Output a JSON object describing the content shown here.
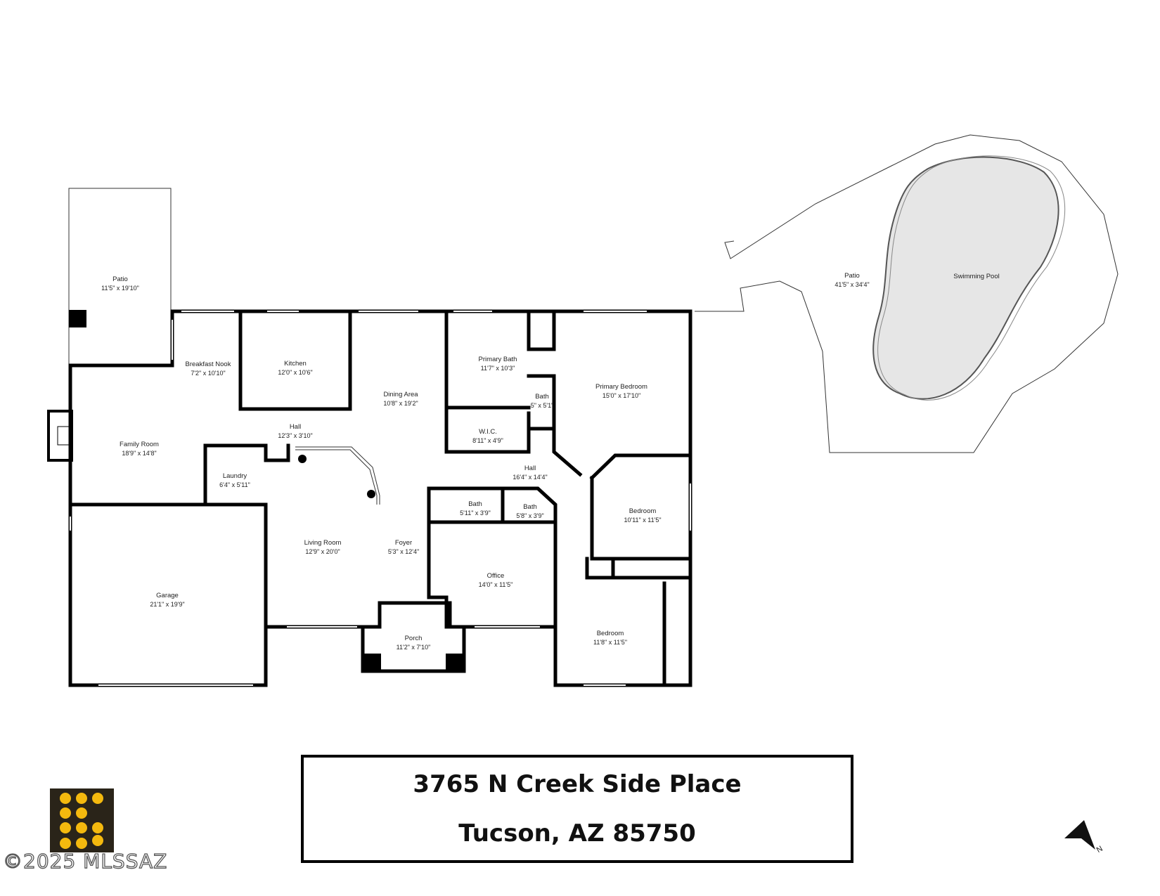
{
  "rooms": {
    "patio_left": {
      "name": "Patio",
      "dim": "11'5\" x 19'10\""
    },
    "breakfast_nook": {
      "name": "Breakfast Nook",
      "dim": "7'2\" x 10'10\""
    },
    "kitchen": {
      "name": "Kitchen",
      "dim": "12'0\" x 10'6\""
    },
    "dining_area": {
      "name": "Dining Area",
      "dim": "10'8\" x 19'2\""
    },
    "primary_bath": {
      "name": "Primary Bath",
      "dim": "11'7\" x 10'3\""
    },
    "bath_small": {
      "name": "Bath",
      "dim": "5\" x 5'1\""
    },
    "primary_bedroom": {
      "name": "Primary Bedroom",
      "dim": "15'0\" x 17'10\""
    },
    "family_room": {
      "name": "Family Room",
      "dim": "18'9\" x 14'8\""
    },
    "hall_1": {
      "name": "Hall",
      "dim": "12'3\" x 3'10\""
    },
    "wic": {
      "name": "W.I.C.",
      "dim": "8'11\" x 4'9\""
    },
    "laundry": {
      "name": "Laundry",
      "dim": "6'4\" x 5'11\""
    },
    "hall_2": {
      "name": "Hall",
      "dim": "16'4\" x 14'4\""
    },
    "bath_2": {
      "name": "Bath",
      "dim": "5'11\" x 3'9\""
    },
    "bath_3": {
      "name": "Bath",
      "dim": "5'8\" x 3'9\""
    },
    "bedroom_1": {
      "name": "Bedroom",
      "dim": "10'11\" x 11'5\""
    },
    "living_room": {
      "name": "Living Room",
      "dim": "12'9\" x 20'0\""
    },
    "foyer": {
      "name": "Foyer",
      "dim": "5'3\" x 12'4\""
    },
    "office": {
      "name": "Office",
      "dim": "14'0\" x 11'5\""
    },
    "garage": {
      "name": "Garage",
      "dim": "21'1\" x 19'9\""
    },
    "bedroom_2": {
      "name": "Bedroom",
      "dim": "11'8\" x 11'5\""
    },
    "porch": {
      "name": "Porch",
      "dim": "11'2\" x 7'10\""
    },
    "patio_right": {
      "name": "Patio",
      "dim": "41'5\" x 34'4\""
    },
    "swimming_pool": {
      "name": "Swimming Pool"
    }
  },
  "address": {
    "line1": "3765 N Creek Side Place",
    "line2": "Tucson, AZ 85750"
  },
  "watermark": "©2025 MLSSAZ",
  "compass": {
    "label": "N"
  },
  "colors": {
    "logo_bg": "#2a2419",
    "logo_dot": "#f4b90e",
    "pool_fill": "#e6e6e6"
  }
}
